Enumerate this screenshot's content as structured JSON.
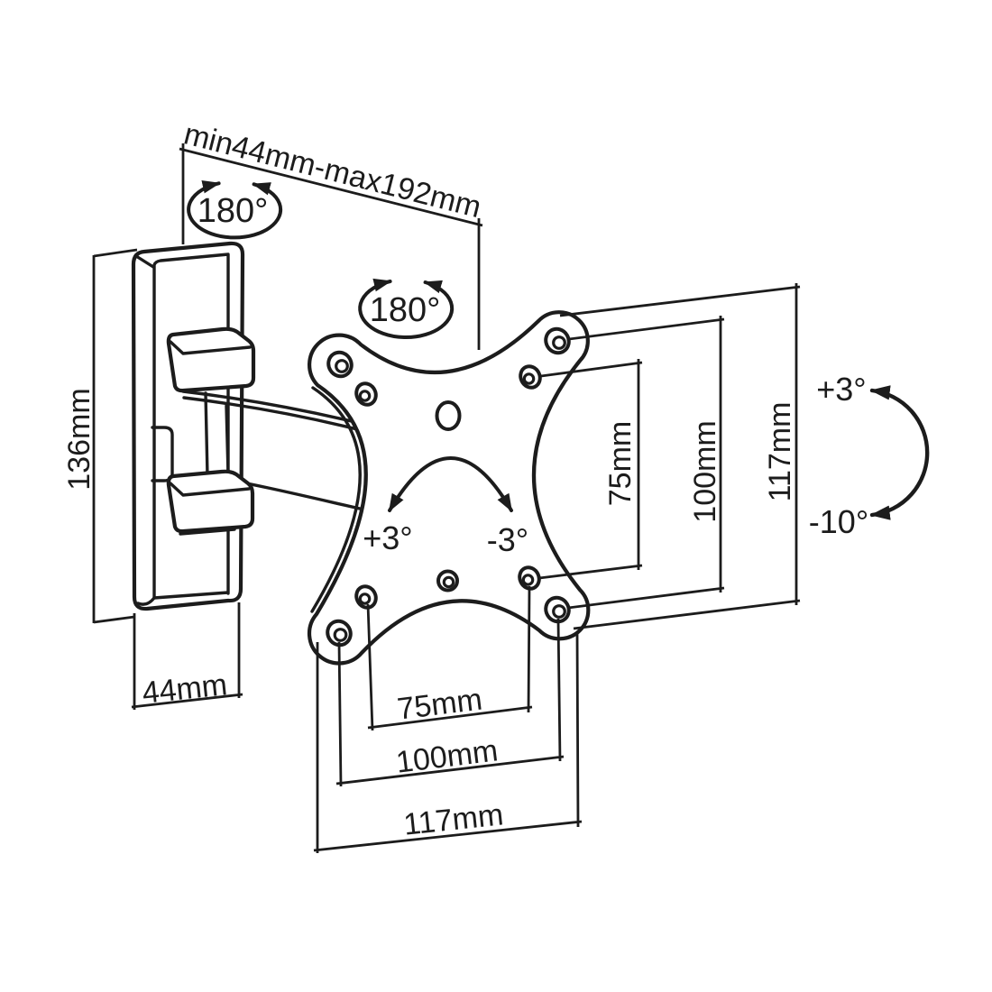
{
  "diagram": {
    "colors": {
      "line": "#1c1c1c",
      "background": "#ffffff"
    },
    "annotations": {
      "extension_range": "min44mm-max192mm",
      "swivel_wall": "180°",
      "swivel_vesa": "180°",
      "level_plus": "+3°",
      "level_minus": "-3°",
      "tilt_up": "+3°",
      "tilt_down": "-10°",
      "wall_plate_height": "136mm",
      "wall_plate_width": "44mm",
      "vesa_height_75": "75mm",
      "vesa_height_100": "100mm",
      "plate_height_117": "117mm",
      "vesa_width_75": "75mm",
      "vesa_width_100": "100mm",
      "plate_width_117": "117mm"
    }
  }
}
